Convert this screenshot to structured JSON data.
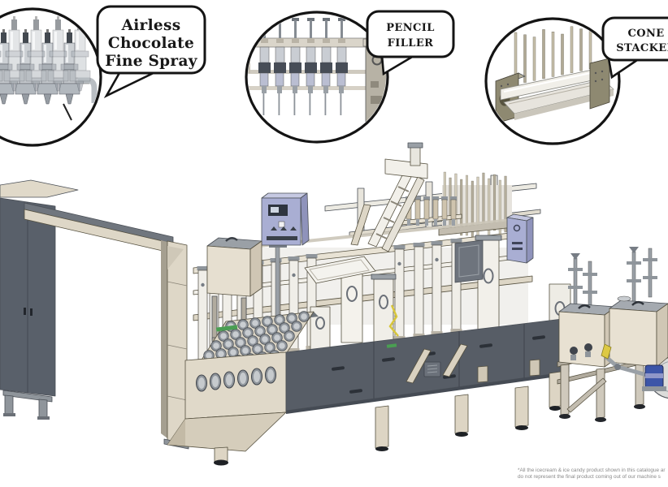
{
  "callouts": [
    {
      "label_lines": [
        "Airless",
        "Chocolate",
        "Fine Spray"
      ]
    },
    {
      "label_lines": [
        "PENCIL",
        "FILLER"
      ]
    },
    {
      "label_lines": [
        "CONE",
        "STACKER"
      ]
    }
  ],
  "footnote": {
    "line1": "*All the icecream & ice candy product shown in this catalogue ar",
    "line2": "do not represent the final product coming out of our machine s"
  },
  "colors": {
    "background": "#ffffff",
    "machine_cream": "#e2dbcb",
    "machine_panel_dark": "#575d66",
    "steel_gray": "#9aa0a6",
    "control_panel_lavender": "#a9aed3",
    "pump_blue": "#3c55a8",
    "accent_yellow": "#ddc944",
    "accent_green": "#4a9e52",
    "callout_outline": "#141414",
    "footnote_text": "#8a8a8a"
  }
}
